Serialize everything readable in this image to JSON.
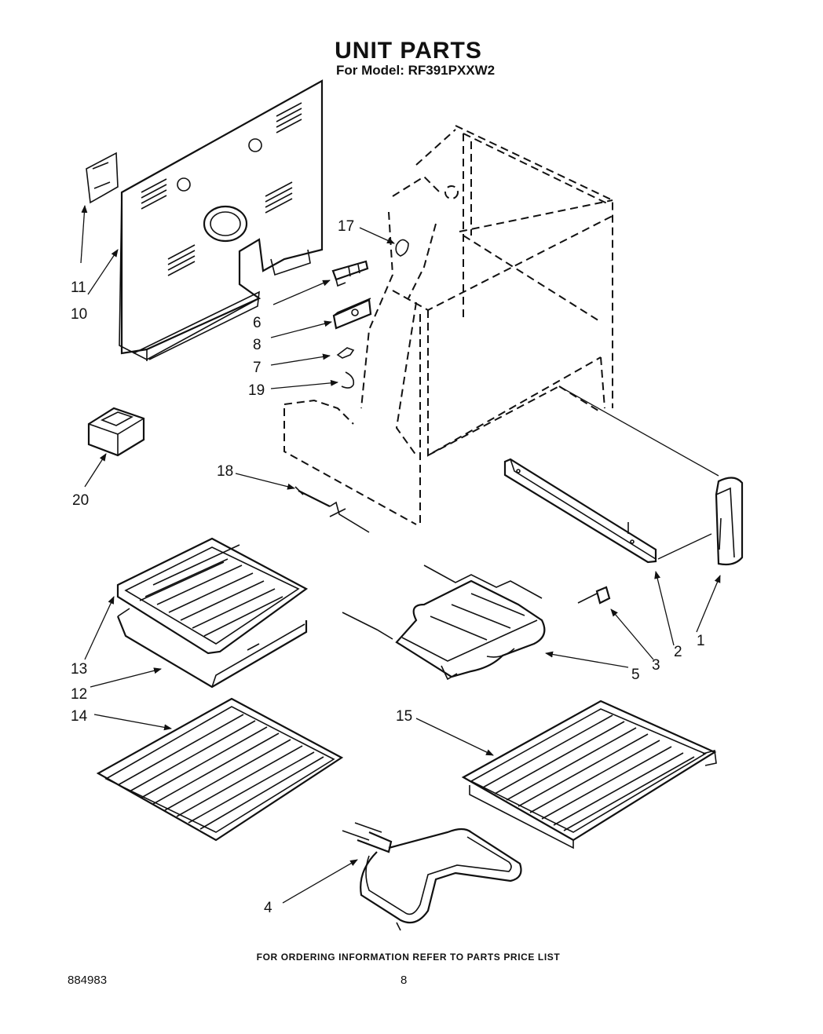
{
  "header": {
    "title": "UNIT PARTS",
    "subtitle": "For Model: RF391PXXW2"
  },
  "footer": {
    "note": "FOR ORDERING INFORMATION REFER TO PARTS PRICE LIST",
    "doc_number": "884983",
    "page_number": "8"
  },
  "callouts": {
    "c1": "1",
    "c2": "2",
    "c3": "3",
    "c4": "4",
    "c5": "5",
    "c6": "6",
    "c7": "7",
    "c8": "8",
    "c10": "10",
    "c11": "11",
    "c12": "12",
    "c13": "13",
    "c14": "14",
    "c15": "15",
    "c17": "17",
    "c18": "18",
    "c19": "19",
    "c20": "20"
  }
}
